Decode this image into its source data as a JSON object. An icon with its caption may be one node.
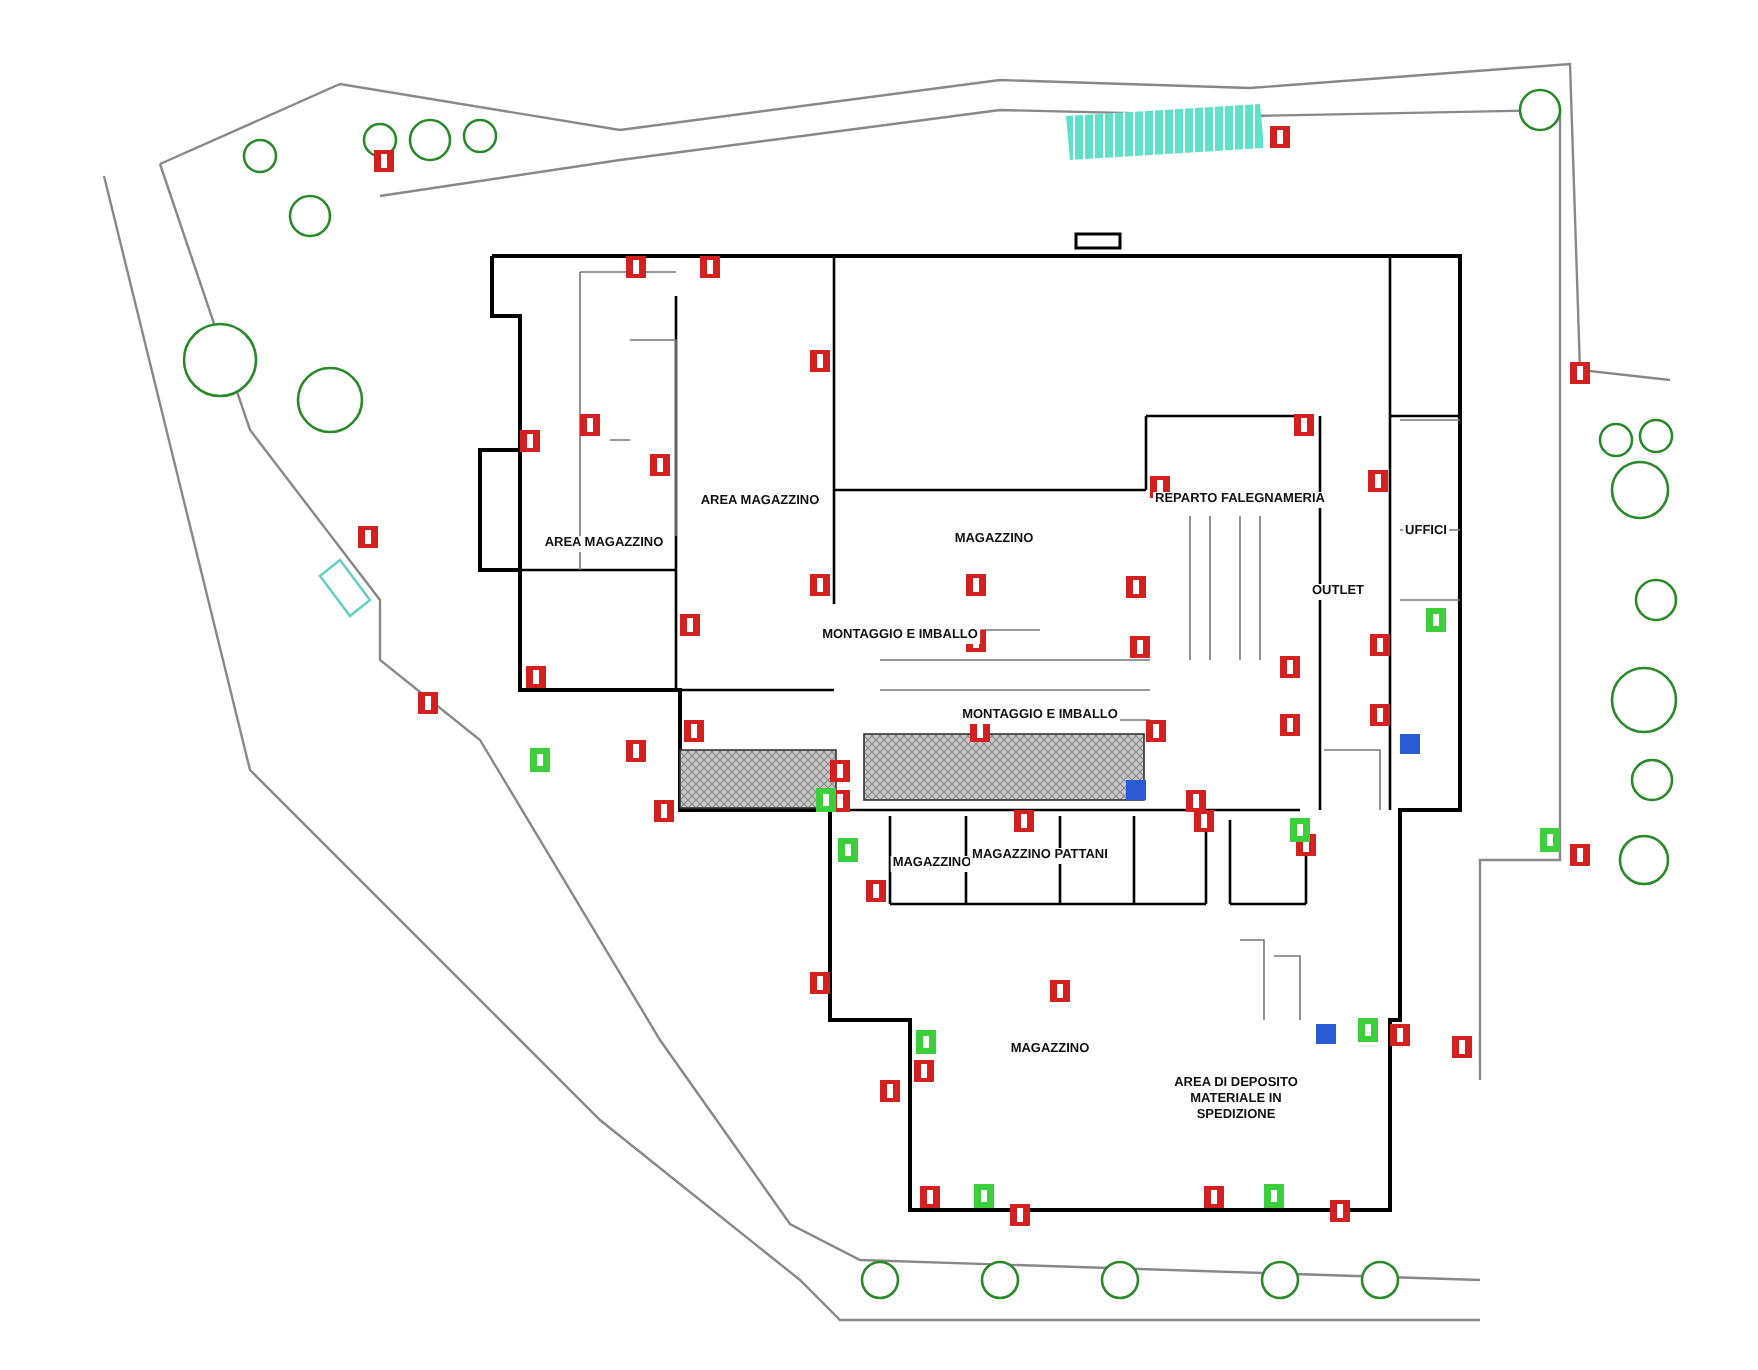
{
  "diagram": {
    "labels": [
      "REPARTO FALEGNAMERIA",
      "AREA MAGAZZINO",
      "MAGAZZINO",
      "AREA MAGAZZINO",
      "UFFICI",
      "OUTLET",
      "MONTAGGIO E IMBALLO",
      "MONTAGGIO E IMBALLO",
      "MAGAZZINO",
      "MAGAZZINO PATTANI",
      "MAGAZZINO",
      "AREA DI DEPOSITO MATERIALE IN SPEDIZIONE"
    ]
  }
}
